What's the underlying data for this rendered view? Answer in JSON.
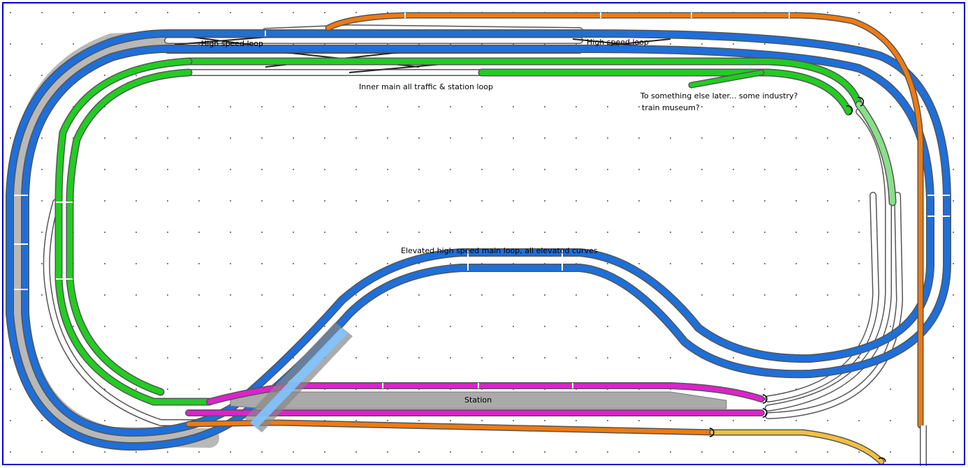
{
  "labels": {
    "high_speed_left": "High speed loop",
    "high_speed_right": "High speed loop",
    "inner_main": "Inner main all traffic & station loop",
    "industry_line1": "To something else later... some industry?",
    "industry_line2": "train museum?",
    "elevated": "Elevated high speed main loop, all elevated curves",
    "station": "Station"
  },
  "colors": {
    "frame": "#0000cc",
    "high_speed": "#1e6fd9",
    "inner_main": "#22cc22",
    "inner_main_light": "#88e088",
    "outer_orange": "#f07a10",
    "station_magenta": "#dd22cc",
    "yellow_spur": "#f0c040",
    "roadbed_gray": "#b8b8b8",
    "track_white": "#ffffff",
    "track_outline": "#555555",
    "grid_dot": "#555555"
  }
}
